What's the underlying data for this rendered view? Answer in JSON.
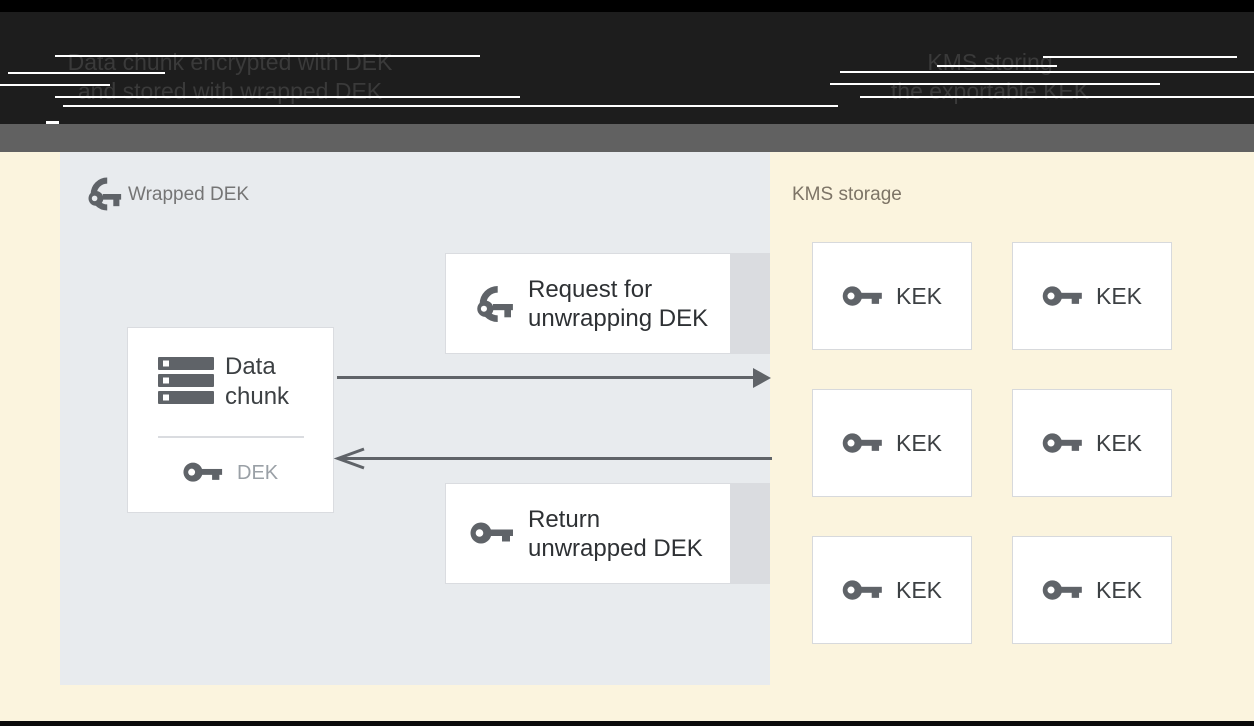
{
  "header": {
    "caption_left_line1": "Data chunk encrypted with DEK",
    "caption_left_line2": "and stored with wrapped DEK",
    "caption_right_line1": "KMS storing",
    "caption_right_line2": "the exportable KEK"
  },
  "wrapped_dek_panel": {
    "label": "Wrapped DEK",
    "icon": "wrapped-key-icon",
    "data_chunk_box": {
      "icon": "data-chunk-icon",
      "title_line1": "Data",
      "title_line2": "chunk",
      "dek_icon": "key-icon",
      "dek_label": "DEK"
    },
    "request_box": {
      "icon": "wrapped-key-icon",
      "line1": "Request for",
      "line2": "unwrapping DEK"
    },
    "return_box": {
      "icon": "key-icon",
      "line1": "Return",
      "line2": "unwrapped DEK"
    }
  },
  "kms_panel": {
    "label": "KMS storage",
    "kek_boxes": [
      {
        "icon": "key-icon",
        "label": "KEK"
      },
      {
        "icon": "key-icon",
        "label": "KEK"
      },
      {
        "icon": "key-icon",
        "label": "KEK"
      },
      {
        "icon": "key-icon",
        "label": "KEK"
      },
      {
        "icon": "key-icon",
        "label": "KEK"
      },
      {
        "icon": "key-icon",
        "label": "KEK"
      }
    ]
  },
  "colors": {
    "header_bg": "#1d1d1d",
    "header_text": "#3a3a3a",
    "gray_band": "#616161",
    "page_bg": "#fbf4de",
    "panel_bg": "#e8ebee",
    "box_border": "#dadce0",
    "box_side_strip": "#dadce0",
    "icon_and_arrow_gray": "#5f6368",
    "title_text": "#3c4043",
    "wrapped_label_text": "#757575",
    "kms_label_text": "#7d7466",
    "dek_muted_text": "#9aa0a6"
  }
}
